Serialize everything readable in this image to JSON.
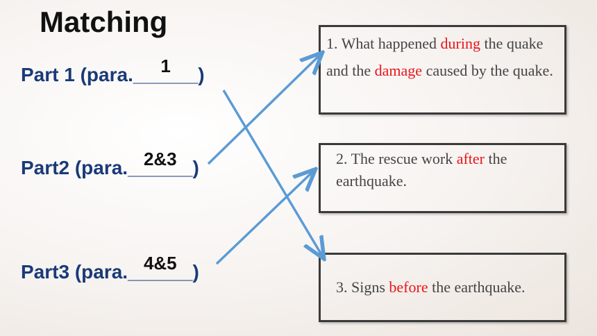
{
  "title": "Matching",
  "parts": [
    {
      "label_prefix": "Part 1 (para.",
      "blank": "______",
      "answer": "1",
      "label_suffix": ")"
    },
    {
      "label_prefix": "Part2 (para.",
      "blank": "______",
      "answer": "2&3",
      "label_suffix": ")"
    },
    {
      "label_prefix": "Part3 (para.",
      "blank": "______",
      "answer": "4&5",
      "label_suffix": ")"
    }
  ],
  "boxes": [
    {
      "t1": "1. What happened ",
      "r1": "during",
      "t2": " the quake and the ",
      "r2": "damage",
      "t3": " caused by the quake."
    },
    {
      "t1": "2. The rescue work ",
      "r1": "after",
      "t2": " the earthquake."
    },
    {
      "t1": "3. Signs ",
      "r1": "before",
      "t2": " the earthquake."
    }
  ],
  "colors": {
    "accent_red": "#e8151b",
    "part_blue": "#1a3a78",
    "arrow_blue": "#5b9bd5"
  }
}
